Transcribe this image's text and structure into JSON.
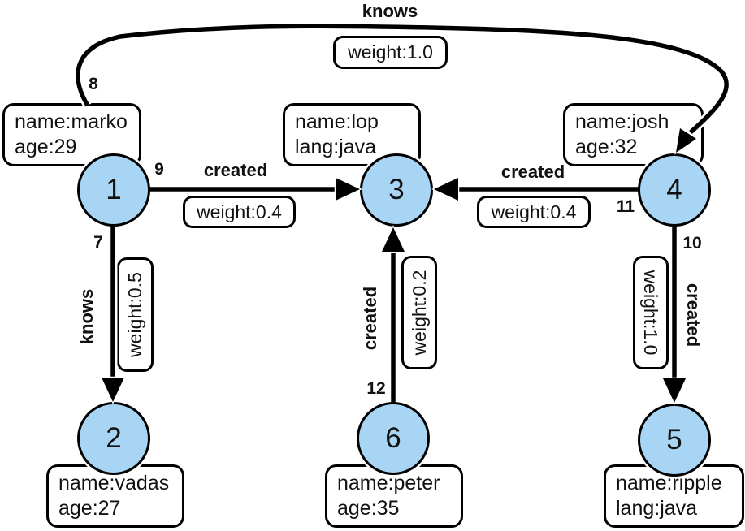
{
  "diagram": {
    "type": "property-graph",
    "colors": {
      "vertex_fill": "#a9d5f4",
      "stroke": "#000000",
      "background": "#ffffff",
      "box_bg": "#ffffff"
    }
  },
  "vertices": [
    {
      "id": "1",
      "properties": {
        "line1": "name:marko",
        "line2": "age:29"
      }
    },
    {
      "id": "2",
      "properties": {
        "line1": "name:vadas",
        "line2": "age:27"
      }
    },
    {
      "id": "3",
      "properties": {
        "line1": "name:lop",
        "line2": "lang:java"
      }
    },
    {
      "id": "4",
      "properties": {
        "line1": "name:josh",
        "line2": "age:32"
      }
    },
    {
      "id": "5",
      "properties": {
        "line1": "name:ripple",
        "line2": "lang:java"
      }
    },
    {
      "id": "6",
      "properties": {
        "line1": "name:peter",
        "line2": "age:35"
      }
    }
  ],
  "edges": [
    {
      "id": "7",
      "label": "knows",
      "weight": "weight:0.5",
      "from": "1",
      "to": "2"
    },
    {
      "id": "8",
      "label": "knows",
      "weight": "weight:1.0",
      "from": "1",
      "to": "4"
    },
    {
      "id": "9",
      "label": "created",
      "weight": "weight:0.4",
      "from": "1",
      "to": "3"
    },
    {
      "id": "10",
      "label": "created",
      "weight": "weight:1.0",
      "from": "4",
      "to": "5"
    },
    {
      "id": "11",
      "label": "created",
      "weight": "weight:0.4",
      "from": "4",
      "to": "3"
    },
    {
      "id": "12",
      "label": "created",
      "weight": "weight:0.2",
      "from": "6",
      "to": "3"
    }
  ]
}
